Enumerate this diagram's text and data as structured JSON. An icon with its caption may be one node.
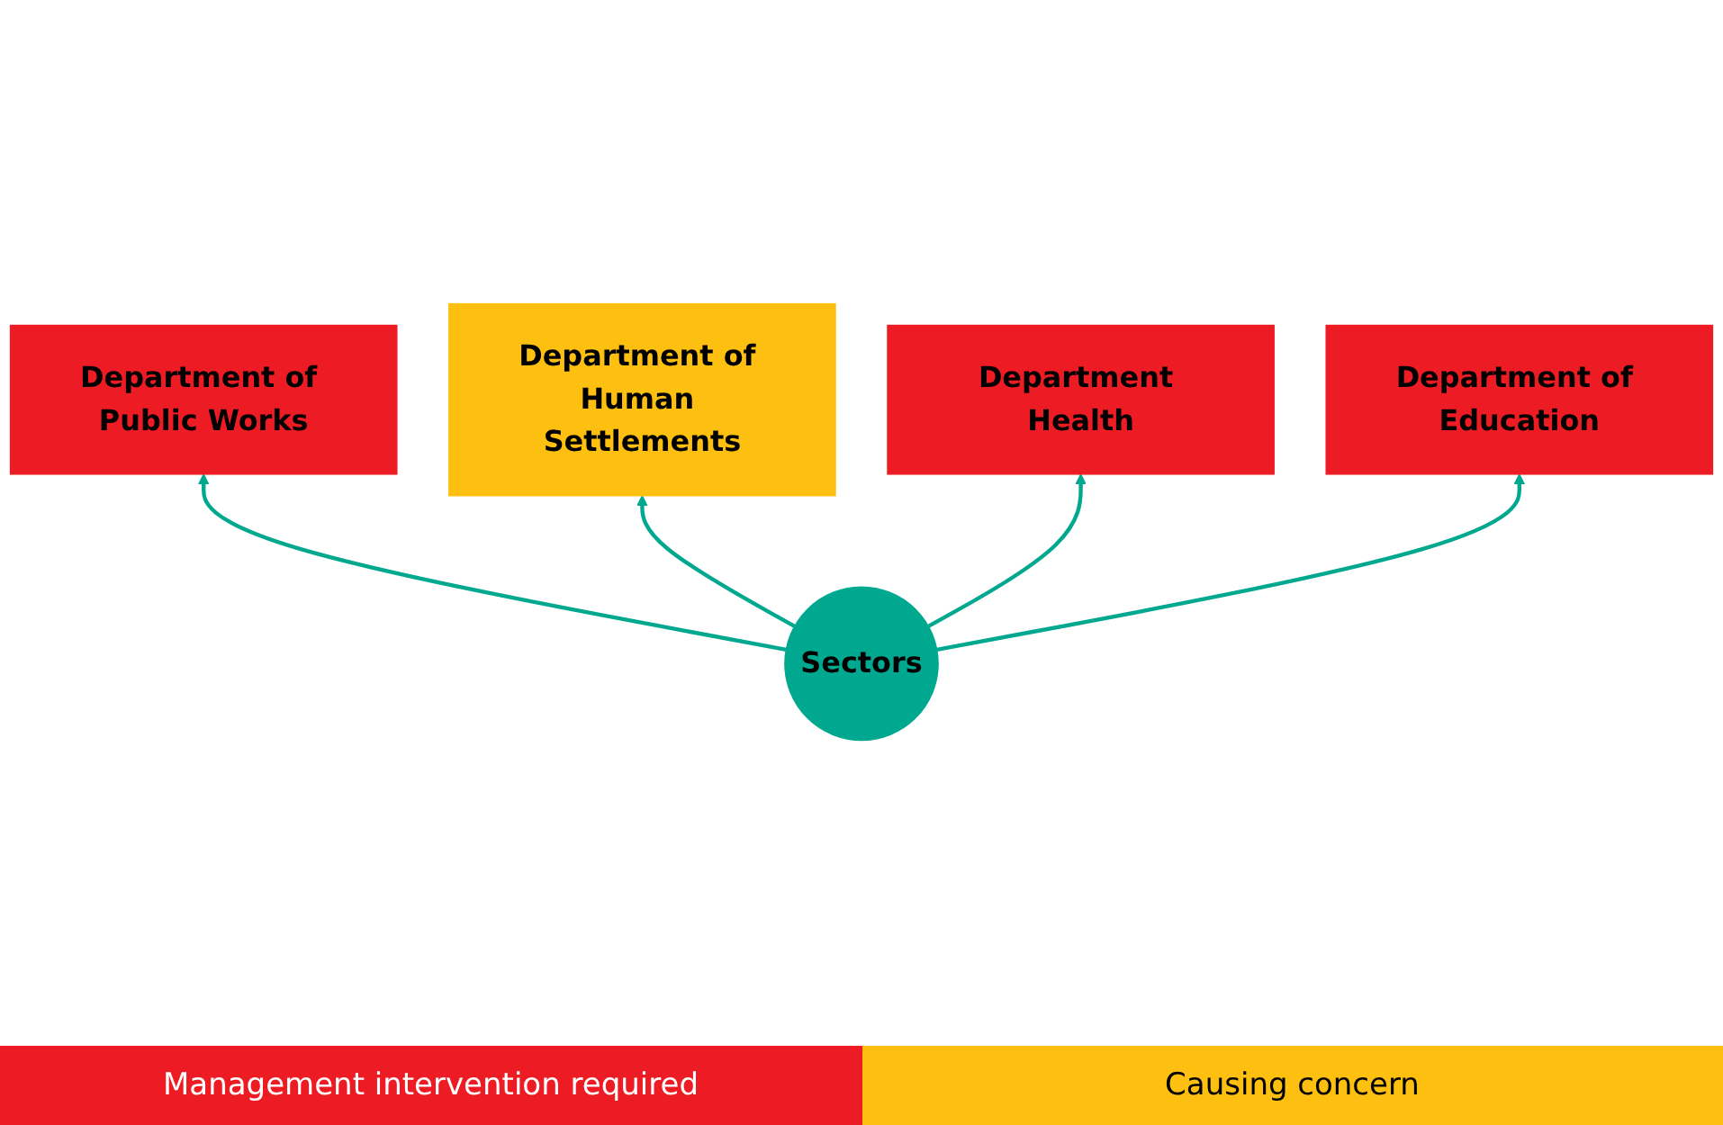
{
  "diagram": {
    "nodes": [
      {
        "text": [
          "Department of Human Settlements"
        ]
      },
      {
        "text": [
          "Department Health"
        ]
      },
      {
        "text": [
          "Department of Public Works"
        ]
      },
      {
        "text": [
          "Sectors"
        ]
      },
      {
        "text": [
          "Department of Education"
        ]
      }
    ],
    "edges": [
      {
        "from": 3,
        "to": 2,
        "arrow": "to"
      },
      {
        "from": 3,
        "to": 0,
        "arrow": "to"
      },
      {
        "from": 3,
        "to": 1,
        "arrow": "to"
      },
      {
        "from": 3,
        "to": 4,
        "arrow": "to"
      }
    ],
    "legend": [
      {
        "text": "Management intervention required",
        "color": "#ed1c24"
      },
      {
        "text": "Causing concern",
        "color": "#fdc010"
      }
    ]
  }
}
